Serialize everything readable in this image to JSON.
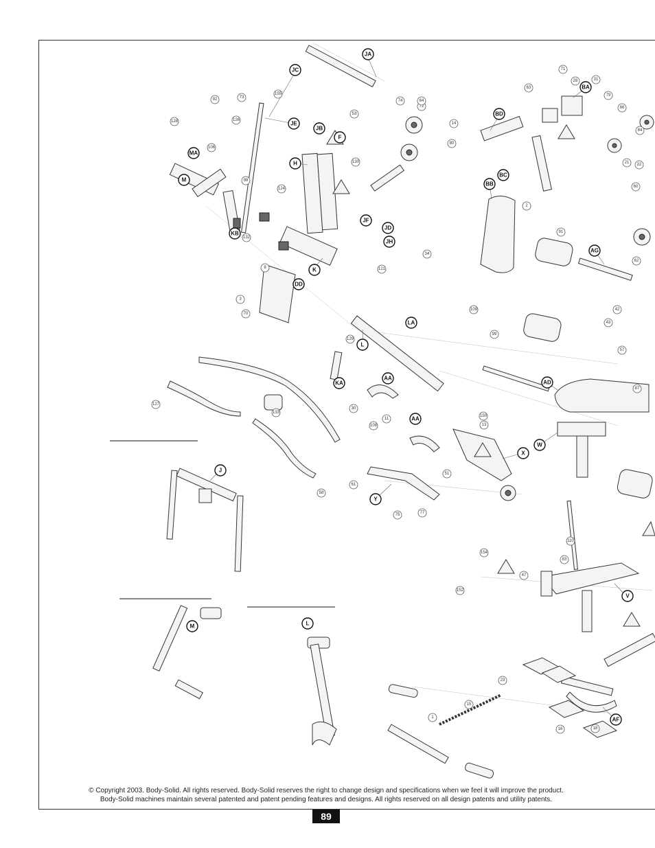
{
  "copyright": {
    "line1": "© Copyright 2003. Body-Solid. All rights reserved. Body-Solid reserves the right to change design and specifications when we feel it will improve the product.",
    "line2": "Body-Solid machines maintain several patented and patent pending features and designs. All rights reserved on all design patents and utility patents."
  },
  "page_number": "89",
  "assembly_labels": [
    "JA",
    "JC",
    "JE",
    "JB",
    "F",
    "MA",
    "M",
    "H",
    "KB",
    "DD",
    "K",
    "JF",
    "JD",
    "JH",
    "LA",
    "L",
    "KA",
    "AA",
    "AA",
    "X",
    "W",
    "Y",
    "J",
    "M",
    "L",
    "BD",
    "BA",
    "BB",
    "BC",
    "AG",
    "AD",
    "V",
    "AF"
  ],
  "part_numbers": [
    "71",
    "74",
    "63",
    "28",
    "31",
    "79",
    "86",
    "53",
    "72",
    "80",
    "84",
    "21",
    "22",
    "64",
    "62",
    "87",
    "57",
    "73",
    "128",
    "98",
    "124",
    "8",
    "2",
    "3",
    "70",
    "34",
    "155",
    "92",
    "126",
    "106",
    "121",
    "127",
    "30",
    "150",
    "13",
    "132",
    "133",
    "58",
    "110",
    "108",
    "154",
    "152",
    "109",
    "11",
    "99",
    "51",
    "61",
    "75",
    "77",
    "60",
    "91",
    "18",
    "16",
    "15",
    "23",
    "1",
    "47",
    "14",
    "129",
    "42",
    "43",
    "83",
    "130"
  ]
}
